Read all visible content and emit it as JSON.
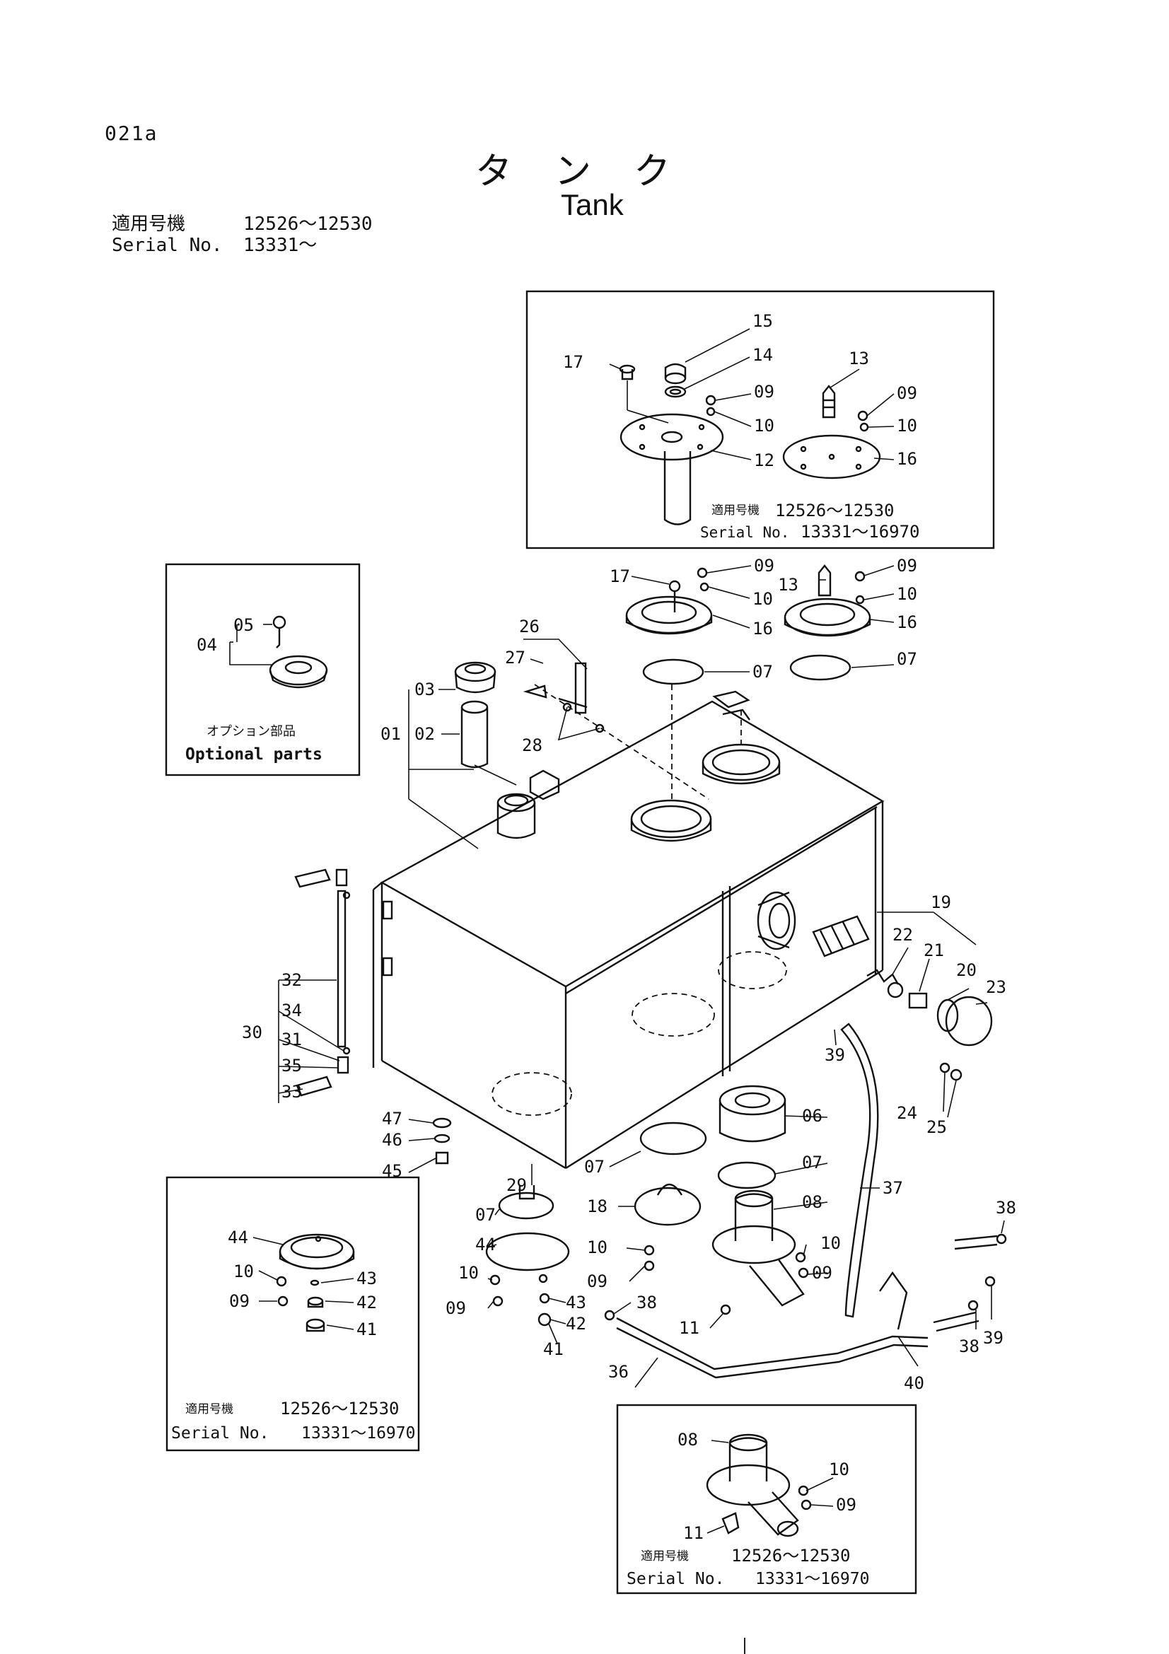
{
  "page_code": "021a",
  "title_jp": "タンク",
  "title_en": "Tank",
  "serial_header": {
    "rows": [
      {
        "key": "適用号機",
        "value": "12526〜12530"
      },
      {
        "key": "Serial No.",
        "value": "13331〜"
      }
    ]
  },
  "insets": {
    "top": {
      "applicable_label": "適用号機",
      "applicable_range": "12526〜12530",
      "serial_label": "Serial No.",
      "serial_range": "13331〜16970"
    },
    "optional": {
      "caption_jp": "オプション部品",
      "caption_en": "Optional parts"
    },
    "bottom_left": {
      "applicable_label": "適用号機",
      "applicable_range": "12526〜12530",
      "serial_label": "Serial No.",
      "serial_range": "13331〜16970"
    },
    "bottom_right": {
      "applicable_label": "適用号機",
      "applicable_range": "12526〜12530",
      "serial_label": "Serial No.",
      "serial_range": "13331〜16970"
    }
  },
  "callouts": {
    "top_inset": [
      "15",
      "14",
      "17",
      "09",
      "10",
      "12",
      "13",
      "09",
      "10",
      "16"
    ],
    "optional_inset": [
      "05",
      "04"
    ],
    "main": [
      "17",
      "09",
      "10",
      "16",
      "13",
      "09",
      "10",
      "16",
      "07",
      "07",
      "26",
      "27",
      "28",
      "03",
      "01",
      "02",
      "19",
      "22",
      "21",
      "20",
      "23",
      "39",
      "24",
      "25",
      "32",
      "34",
      "30",
      "31",
      "35",
      "33",
      "47",
      "46",
      "45",
      "06",
      "07",
      "07",
      "37",
      "29",
      "07",
      "18",
      "08",
      "44",
      "10",
      "09",
      "43",
      "42",
      "41",
      "10",
      "09",
      "38",
      "38",
      "38",
      "39",
      "36",
      "40",
      "11",
      "10",
      "09"
    ],
    "bottom_left_inset": [
      "44",
      "10",
      "43",
      "09",
      "42",
      "41"
    ],
    "bottom_right_inset": [
      "08",
      "10",
      "09",
      "11"
    ]
  }
}
